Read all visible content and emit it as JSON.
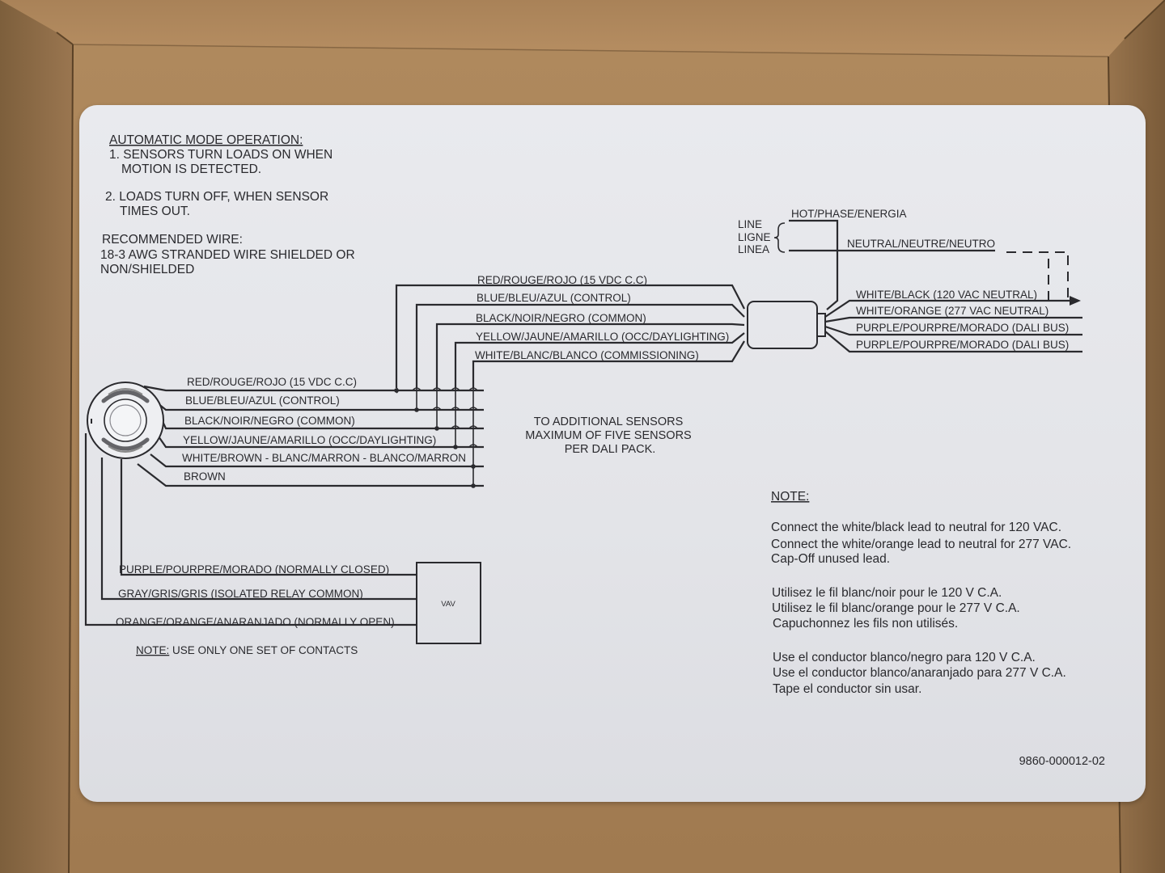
{
  "auto_mode": {
    "heading": "AUTOMATIC MODE OPERATION:",
    "step1_line1": "1. SENSORS TURN LOADS ON WHEN",
    "step1_line2": "MOTION IS DETECTED.",
    "step2_line1": "2. LOADS TURN OFF, WHEN SENSOR",
    "step2_line2": "TIMES OUT."
  },
  "recommended_wire": {
    "heading": "RECOMMENDED WIRE:",
    "line1": "18-3 AWG STRANDED WIRE SHIELDED OR",
    "line2": "NON/SHIELDED"
  },
  "line_input": {
    "line": "LINE",
    "ligne": "LIGNE",
    "linea": "LINEA",
    "hot": "HOT/PHASE/ENERGIA",
    "neutral": "NEUTRAL/NEUTRE/NEUTRO"
  },
  "pack_outputs": [
    "WHITE/BLACK (120 VAC NEUTRAL)",
    "WHITE/ORANGE (277 VAC NEUTRAL)",
    "PURPLE/POURPRE/MORADO (DALI BUS)",
    "PURPLE/POURPRE/MORADO (DALI BUS)"
  ],
  "pack_inputs": [
    "RED/ROUGE/ROJO (15 VDC C.C)",
    "BLUE/BLEU/AZUL (CONTROL)",
    "BLACK/NOIR/NEGRO (COMMON)",
    "YELLOW/JAUNE/AMARILLO (OCC/DAYLIGHTING)",
    "WHITE/BLANC/BLANCO (COMMISSIONING)"
  ],
  "sensor_wires": [
    "RED/ROUGE/ROJO (15 VDC C.C)",
    "BLUE/BLEU/AZUL (CONTROL)",
    "BLACK/NOIR/NEGRO (COMMON)",
    "YELLOW/JAUNE/AMARILLO (OCC/DAYLIGHTING)",
    "WHITE/BROWN  - BLANC/MARRON - BLANCO/MARRON",
    "BROWN"
  ],
  "additional_sensors": {
    "line1": "TO ADDITIONAL SENSORS",
    "line2": "MAXIMUM OF FIVE SENSORS",
    "line3": "PER DALI PACK."
  },
  "relay_wires": [
    "PURPLE/POURPRE/MORADO (NORMALLY CLOSED)",
    "GRAY/GRIS/GRIS (ISOLATED RELAY COMMON)",
    "ORANGE/ORANGE/ANARANJADO (NORMALLY OPEN)"
  ],
  "vav_label": "VAV",
  "contacts_note": {
    "prefix": "NOTE:",
    "text": " USE ONLY ONE SET OF CONTACTS"
  },
  "note": {
    "heading": "NOTE:",
    "english": [
      "Connect the white/black lead to neutral for 120 VAC.",
      "Connect the white/orange lead to neutral for 277 VAC.",
      "Cap-Off unused lead."
    ],
    "french": [
      "Utilisez le fil blanc/noir pour le 120 V C.A.",
      "Utilisez le fil blanc/orange pour le 277 V C.A.",
      "Capuchonnez les fils non utilisés."
    ],
    "spanish": [
      "Use el conductor blanco/negro para 120 V C.A.",
      "Use el conductor blanco/anaranjado para 277 V C.A.",
      "Tape el conductor sin usar."
    ]
  },
  "part_number": "9860-000012-02",
  "colors": {
    "cardboard": "#8a6a44",
    "label": "#e6e7eb",
    "ink": "#2a2a2e"
  }
}
